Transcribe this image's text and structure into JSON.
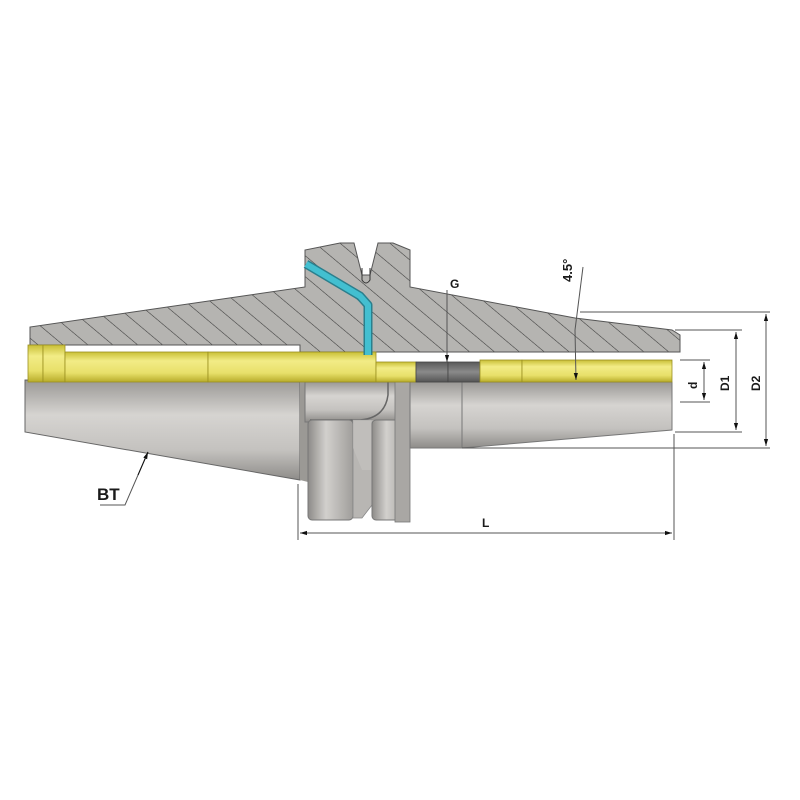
{
  "drawing": {
    "title": "BT tool holder cross-section",
    "labels": {
      "taper": "BT",
      "thread": "G",
      "angle": "4.5°",
      "bore": "d",
      "diameter1": "D1",
      "diameter2": "D2",
      "length": "L"
    },
    "colors": {
      "hatch_fill": "#b3b2b0",
      "hatch_line": "#3a3a3a",
      "body_light": "#d4d2cf",
      "body_dark": "#8f8d8a",
      "insert_yellow": "#e6e06a",
      "insert_yellow_dark": "#b8ac2a",
      "coolant_blue": "#3fb6c8",
      "thread_grey": "#6e6e6e",
      "dim_line": "#555555"
    }
  }
}
